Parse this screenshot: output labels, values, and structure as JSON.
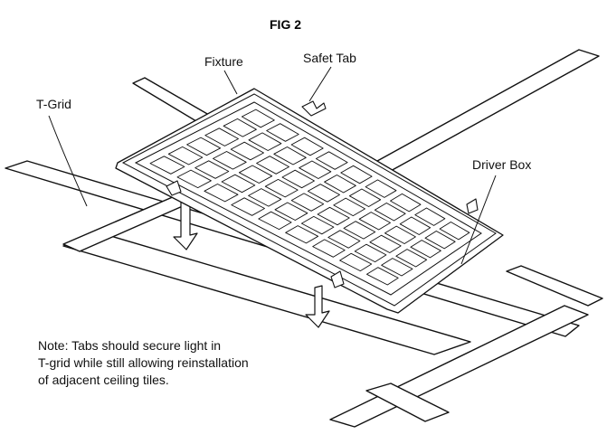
{
  "figure": {
    "title": "FIG 2"
  },
  "callouts": {
    "fixture": "Fixture",
    "safety_tab": "Safet Tab",
    "t_grid": "T-Grid",
    "driver_box": "Driver Box"
  },
  "note": {
    "line1": "Note: Tabs should secure light in",
    "line2": "T-grid while still allowing reinstallation",
    "line3": "of adjacent ceiling tiles."
  },
  "panel": {
    "led_grid_rows": 6,
    "led_grid_cols": 9
  }
}
